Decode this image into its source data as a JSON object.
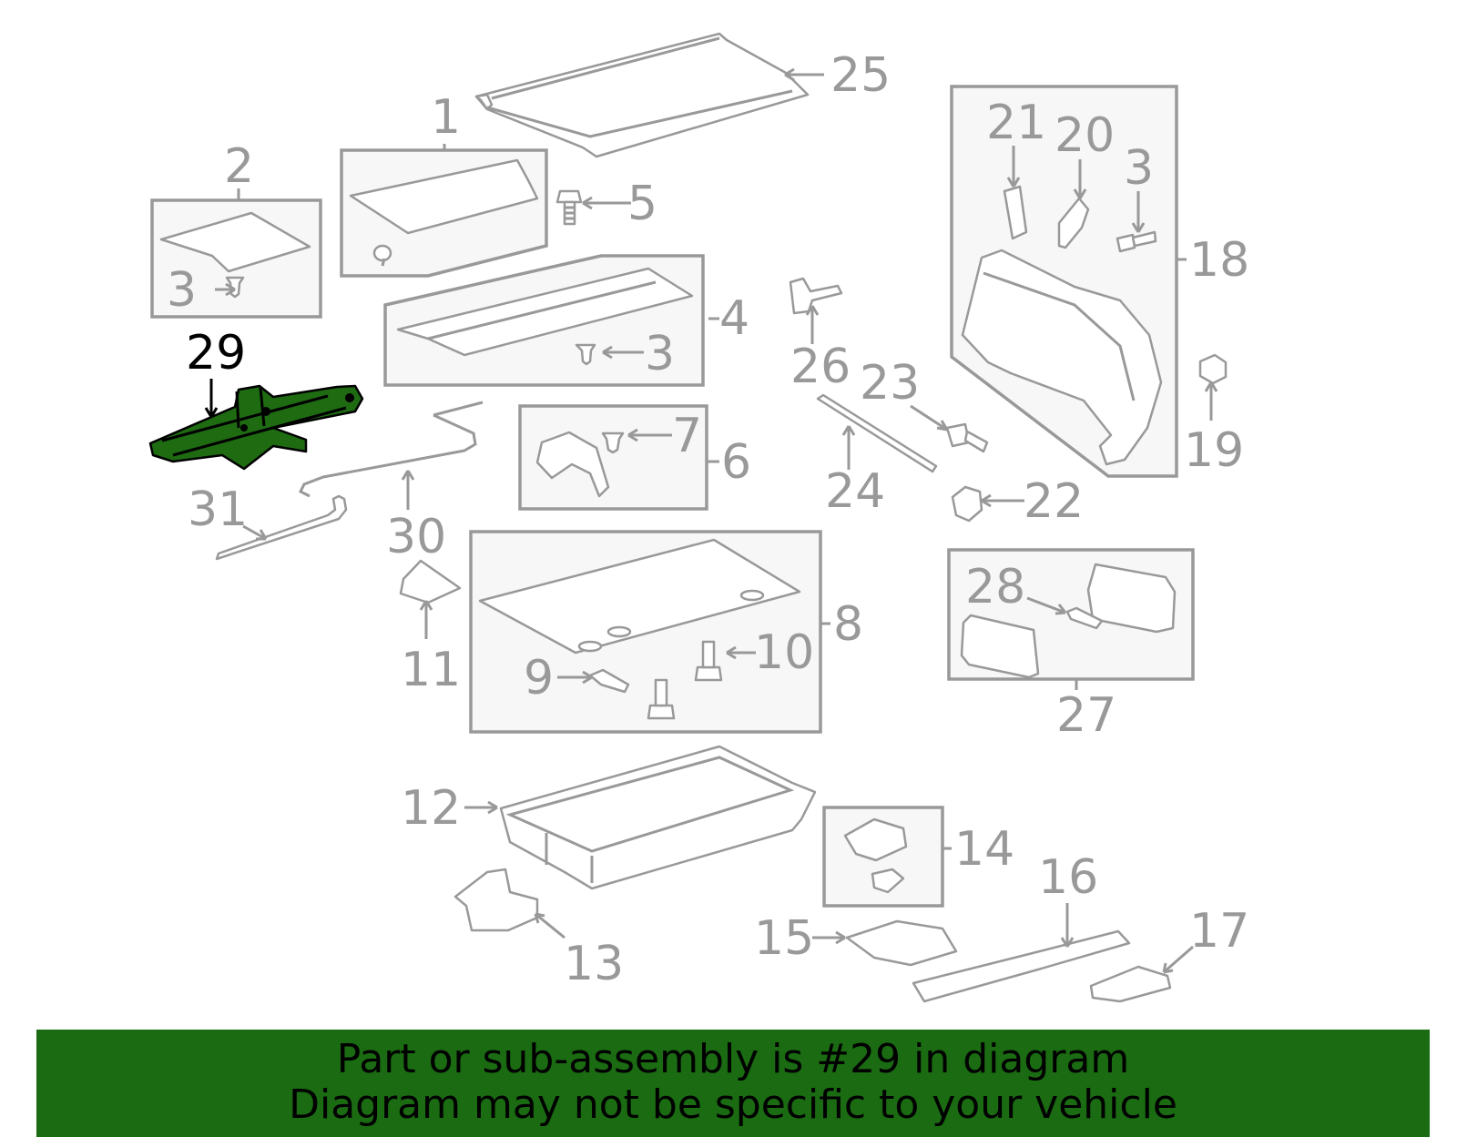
{
  "diagram": {
    "highlighted_callout": "29",
    "highlight_color": "#1e6b12",
    "part_color": "#999999",
    "callouts": [
      {
        "id": "1",
        "text": "1"
      },
      {
        "id": "2",
        "text": "2"
      },
      {
        "id": "3a",
        "text": "3"
      },
      {
        "id": "3b",
        "text": "3"
      },
      {
        "id": "3c",
        "text": "3"
      },
      {
        "id": "4",
        "text": "4"
      },
      {
        "id": "5",
        "text": "5"
      },
      {
        "id": "6",
        "text": "6"
      },
      {
        "id": "7",
        "text": "7"
      },
      {
        "id": "8",
        "text": "8"
      },
      {
        "id": "9",
        "text": "9"
      },
      {
        "id": "10",
        "text": "10"
      },
      {
        "id": "11",
        "text": "11"
      },
      {
        "id": "12",
        "text": "12"
      },
      {
        "id": "13",
        "text": "13"
      },
      {
        "id": "14",
        "text": "14"
      },
      {
        "id": "15",
        "text": "15"
      },
      {
        "id": "16",
        "text": "16"
      },
      {
        "id": "17",
        "text": "17"
      },
      {
        "id": "18",
        "text": "18"
      },
      {
        "id": "19",
        "text": "19"
      },
      {
        "id": "20",
        "text": "20"
      },
      {
        "id": "21",
        "text": "21"
      },
      {
        "id": "22",
        "text": "22"
      },
      {
        "id": "23",
        "text": "23"
      },
      {
        "id": "24",
        "text": "24"
      },
      {
        "id": "25",
        "text": "25"
      },
      {
        "id": "26",
        "text": "26"
      },
      {
        "id": "27",
        "text": "27"
      },
      {
        "id": "28",
        "text": "28"
      },
      {
        "id": "29",
        "text": "29"
      },
      {
        "id": "30",
        "text": "30"
      },
      {
        "id": "31",
        "text": "31"
      }
    ]
  },
  "banner": {
    "line1": "Part or sub-assembly is #29 in diagram",
    "line2": "Diagram may not be specific to your vehicle",
    "background": "#1a6b12"
  }
}
